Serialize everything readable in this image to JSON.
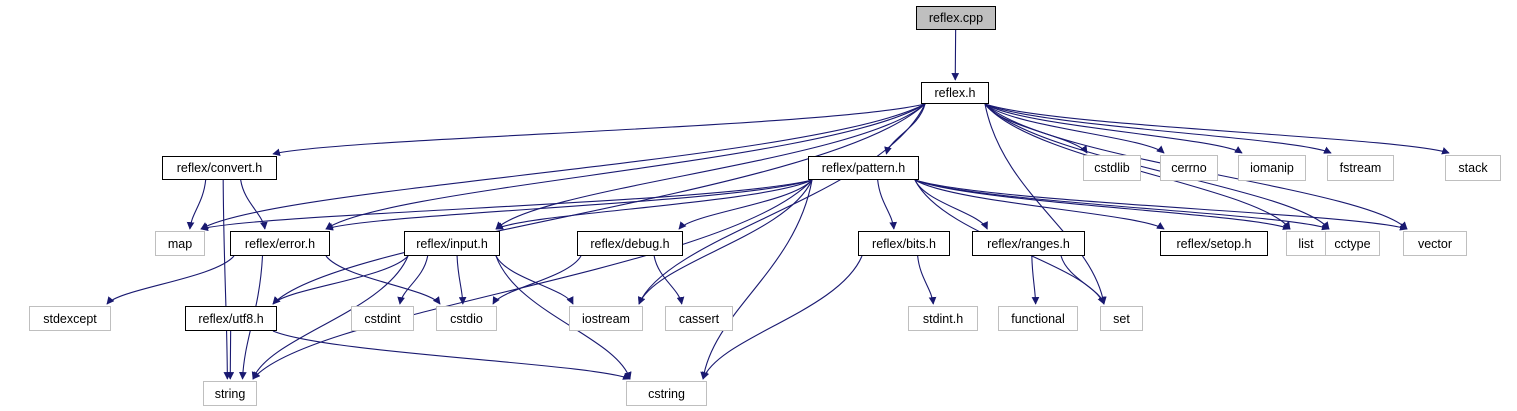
{
  "graph": {
    "edge_color": "#191970",
    "root_fill": "#bfbfbf",
    "nodes": {
      "reflex_cpp": {
        "label": "reflex.cpp",
        "kind": "root"
      },
      "reflex_h": {
        "label": "reflex.h",
        "kind": "project"
      },
      "convert_h": {
        "label": "reflex/convert.h",
        "kind": "project"
      },
      "pattern_h": {
        "label": "reflex/pattern.h",
        "kind": "project"
      },
      "cstdlib": {
        "label": "cstdlib",
        "kind": "system"
      },
      "cerrno": {
        "label": "cerrno",
        "kind": "system"
      },
      "iomanip": {
        "label": "iomanip",
        "kind": "system"
      },
      "fstream": {
        "label": "fstream",
        "kind": "system"
      },
      "stack": {
        "label": "stack",
        "kind": "system"
      },
      "map": {
        "label": "map",
        "kind": "system"
      },
      "error_h": {
        "label": "reflex/error.h",
        "kind": "project"
      },
      "input_h": {
        "label": "reflex/input.h",
        "kind": "project"
      },
      "debug_h": {
        "label": "reflex/debug.h",
        "kind": "project"
      },
      "bits_h": {
        "label": "reflex/bits.h",
        "kind": "project"
      },
      "ranges_h": {
        "label": "reflex/ranges.h",
        "kind": "project"
      },
      "setop_h": {
        "label": "reflex/setop.h",
        "kind": "project"
      },
      "list": {
        "label": "list",
        "kind": "system"
      },
      "cctype": {
        "label": "cctype",
        "kind": "system"
      },
      "vector": {
        "label": "vector",
        "kind": "system"
      },
      "stdexcept": {
        "label": "stdexcept",
        "kind": "system"
      },
      "utf8_h": {
        "label": "reflex/utf8.h",
        "kind": "project"
      },
      "cstdint": {
        "label": "cstdint",
        "kind": "system"
      },
      "cstdio": {
        "label": "cstdio",
        "kind": "system"
      },
      "iostream": {
        "label": "iostream",
        "kind": "system"
      },
      "cassert": {
        "label": "cassert",
        "kind": "system"
      },
      "stdint_h": {
        "label": "stdint.h",
        "kind": "system"
      },
      "functional": {
        "label": "functional",
        "kind": "system"
      },
      "set": {
        "label": "set",
        "kind": "system"
      },
      "string": {
        "label": "string",
        "kind": "system"
      },
      "cstring": {
        "label": "cstring",
        "kind": "system"
      }
    },
    "edges": [
      [
        "reflex_cpp",
        "reflex_h"
      ],
      [
        "reflex_h",
        "convert_h"
      ],
      [
        "reflex_h",
        "pattern_h"
      ],
      [
        "reflex_h",
        "cstdlib"
      ],
      [
        "reflex_h",
        "cerrno"
      ],
      [
        "reflex_h",
        "iomanip"
      ],
      [
        "reflex_h",
        "fstream"
      ],
      [
        "reflex_h",
        "stack"
      ],
      [
        "reflex_h",
        "map"
      ],
      [
        "reflex_h",
        "error_h"
      ],
      [
        "reflex_h",
        "input_h"
      ],
      [
        "reflex_h",
        "utf8_h"
      ],
      [
        "reflex_h",
        "iostream"
      ],
      [
        "reflex_h",
        "list"
      ],
      [
        "reflex_h",
        "cctype"
      ],
      [
        "reflex_h",
        "vector"
      ],
      [
        "reflex_h",
        "set"
      ],
      [
        "convert_h",
        "map"
      ],
      [
        "convert_h",
        "error_h"
      ],
      [
        "convert_h",
        "string"
      ],
      [
        "pattern_h",
        "map"
      ],
      [
        "pattern_h",
        "error_h"
      ],
      [
        "pattern_h",
        "input_h"
      ],
      [
        "pattern_h",
        "debug_h"
      ],
      [
        "pattern_h",
        "bits_h"
      ],
      [
        "pattern_h",
        "ranges_h"
      ],
      [
        "pattern_h",
        "setop_h"
      ],
      [
        "pattern_h",
        "list"
      ],
      [
        "pattern_h",
        "cctype"
      ],
      [
        "pattern_h",
        "vector"
      ],
      [
        "pattern_h",
        "iostream"
      ],
      [
        "pattern_h",
        "set"
      ],
      [
        "pattern_h",
        "string"
      ],
      [
        "pattern_h",
        "cstring"
      ],
      [
        "error_h",
        "stdexcept"
      ],
      [
        "error_h",
        "cstdio"
      ],
      [
        "error_h",
        "string"
      ],
      [
        "input_h",
        "utf8_h"
      ],
      [
        "input_h",
        "cstdint"
      ],
      [
        "input_h",
        "cstdio"
      ],
      [
        "input_h",
        "iostream"
      ],
      [
        "input_h",
        "string"
      ],
      [
        "input_h",
        "cstring"
      ],
      [
        "debug_h",
        "cstdio"
      ],
      [
        "debug_h",
        "cassert"
      ],
      [
        "bits_h",
        "stdint_h"
      ],
      [
        "bits_h",
        "cstring"
      ],
      [
        "ranges_h",
        "functional"
      ],
      [
        "ranges_h",
        "set"
      ],
      [
        "utf8_h",
        "string"
      ],
      [
        "utf8_h",
        "cstring"
      ]
    ]
  }
}
